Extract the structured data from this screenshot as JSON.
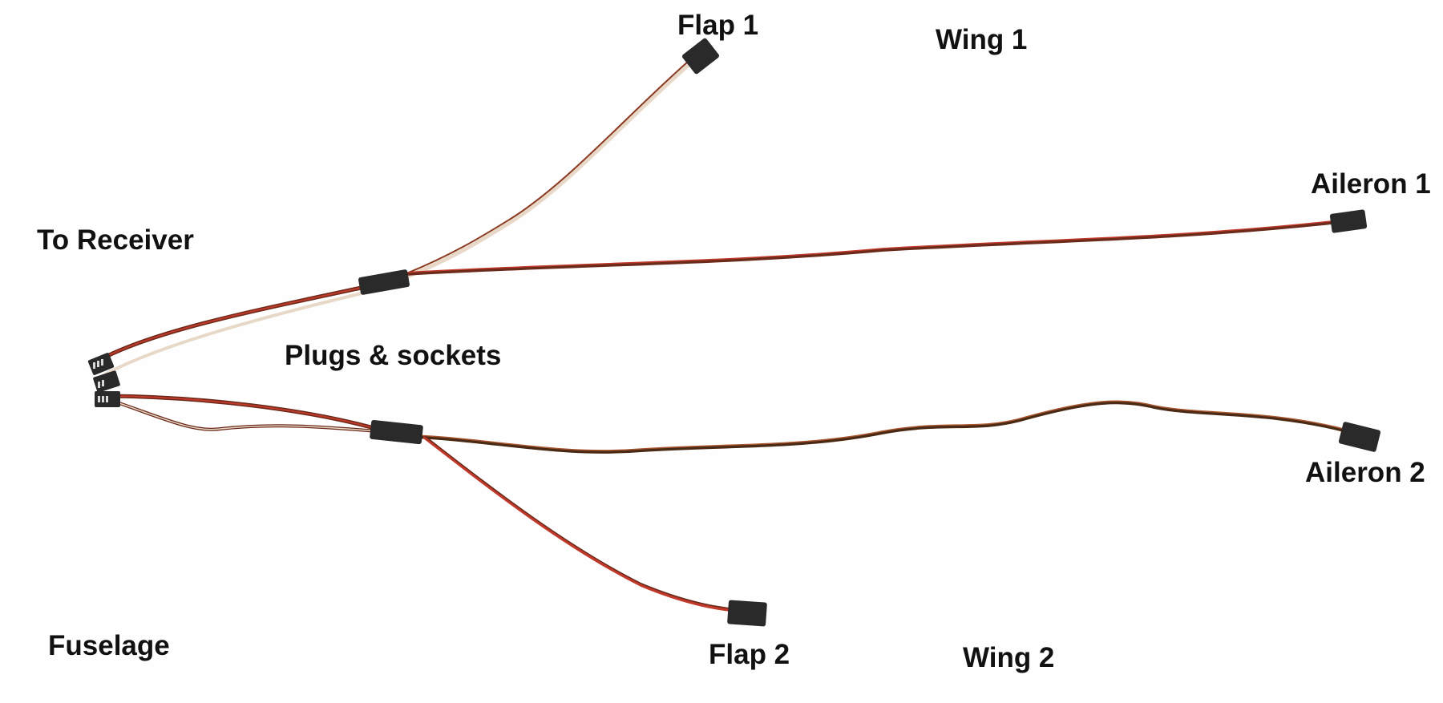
{
  "labels": {
    "flap_1": "Flap 1",
    "wing_1": "Wing 1",
    "aileron_1": "Aileron 1",
    "to_receiver": "To Receiver",
    "plugs_sockets": "Plugs & sockets",
    "aileron_2": "Aileron 2",
    "fuselage": "Fuselage",
    "flap_2": "Flap 2",
    "wing_2": "Wing 2"
  },
  "colors": {
    "wire_brown": "#6b2a1a",
    "wire_red": "#c0392b",
    "wire_white": "#e8d8c8",
    "connector": "#2a2a2a",
    "text": "#111111"
  }
}
